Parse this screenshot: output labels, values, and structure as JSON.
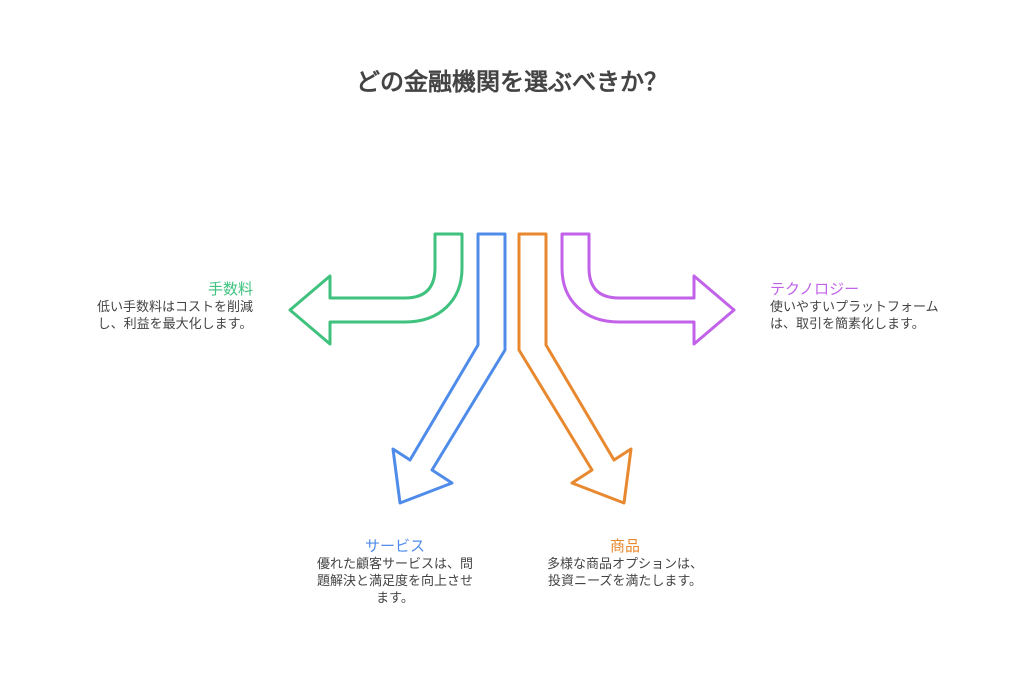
{
  "title": "どの金融機関を選ぶべきか？",
  "colors": {
    "fees": "#3ec27e",
    "service": "#4f8cea",
    "products": "#e8892f",
    "technology": "#c162e8"
  },
  "branches": {
    "fees": {
      "label": "手数料",
      "desc1": "低い手数料はコストを削減",
      "desc2": "し、利益を最大化します。"
    },
    "service": {
      "label": "サービス",
      "desc1": "優れた顧客サービスは、問",
      "desc2": "題解決と満足度を向上させ",
      "desc3": "ます。"
    },
    "products": {
      "label": "商品",
      "desc1": "多様な商品オプションは、",
      "desc2": "投資ニーズを満たします。"
    },
    "technology": {
      "label": "テクノロジー",
      "desc1": "使いやすいプラットフォーム",
      "desc2": "は、取引を簡素化します。"
    }
  }
}
